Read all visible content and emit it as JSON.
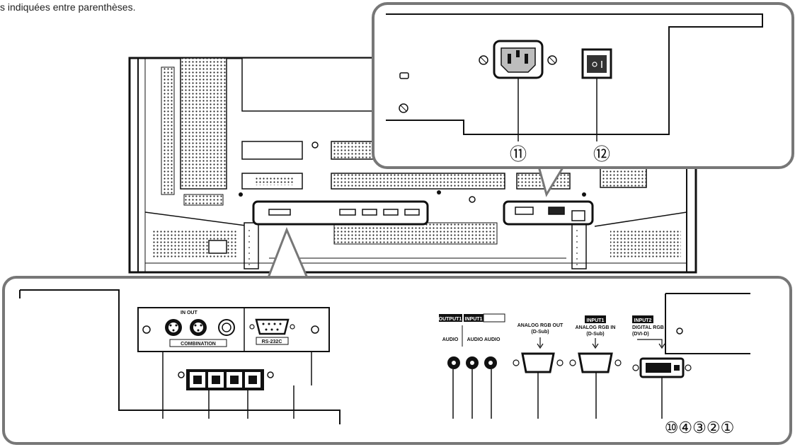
{
  "caption": "s indiquées entre parenthèses.",
  "upper_inset": {
    "callouts": [
      "⑪",
      "⑫"
    ]
  },
  "lower_inset": {
    "labels": {
      "in_out": "IN OUT",
      "combination": "COMBINATION",
      "rs232c": "RS-232C",
      "output1": "OUTPUT1",
      "input1_top": "INPUT1",
      "audio_left": "AUDIO",
      "audio_mid": "AUDIO AUDIO",
      "analog_out_1": "ANALOG RGB OUT",
      "analog_out_2": "(D-Sub)",
      "input1": "INPUT1",
      "analog_in_1": "ANALOG RGB IN",
      "analog_in_2": "(D-Sub)",
      "input2": "INPUT2",
      "digital_1": "DIGITAL RGB",
      "digital_2": "(DVI-D)"
    },
    "callouts": "⑩④③②①"
  }
}
